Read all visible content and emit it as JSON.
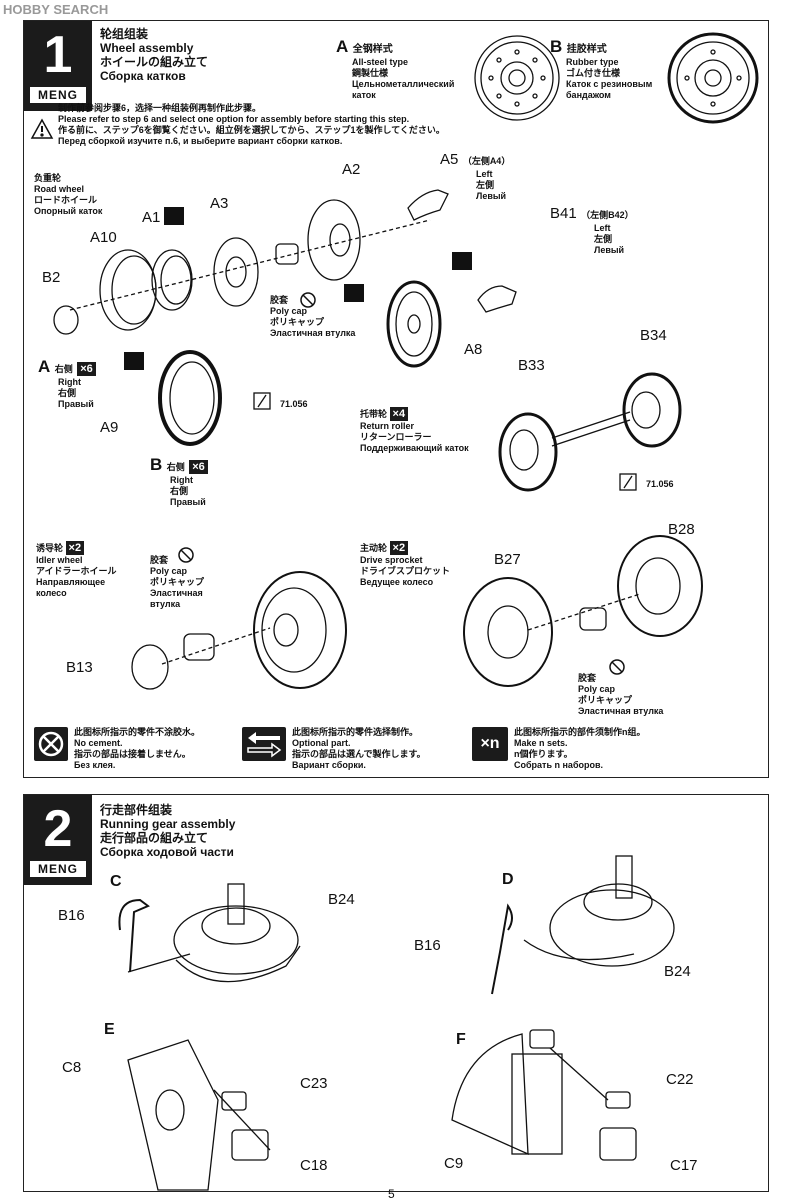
{
  "watermark": "HOBBY SEARCH",
  "page_number": "5",
  "step1": {
    "number": "1",
    "logo": "MENG",
    "title_cn": "轮组组装",
    "title_en": "Wheel assembly",
    "title_jp": "ホイールの組み立て",
    "title_ru": "Сборка катков",
    "option_a": {
      "letter": "A",
      "cn": "全钢样式",
      "en": "All-steel type",
      "jp": "鋼製仕様",
      "ru1": "Цельнометаллический",
      "ru2": "каток"
    },
    "option_b": {
      "letter": "B",
      "cn": "挂胶样式",
      "en": "Rubber type",
      "jp": "ゴム付き仕様",
      "ru1": "Каток с резиновым",
      "ru2": "бандажом"
    },
    "notes": [
      "制作前参阅步骤6，选择一种组装例再制作此步骤。",
      "Please refer to step 6 and select one option for assembly before starting this step.",
      "作る前に、ステップ6を御覧ください。組立例を選択してから、ステップ1を製作してください。",
      "Перед сборкой изучите п.6, и выберите вариант сборки катков."
    ],
    "road_wheel": {
      "cn": "负重轮",
      "en": "Road wheel",
      "jp": "ロードホイール",
      "ru": "Опорный каток"
    },
    "poly_cap": {
      "cn": "胶套",
      "en": "Poly cap",
      "jp": "ポリキャップ",
      "ru": "Эластичная втулка",
      "ru1": "Эластичная",
      "ru2": "втулка"
    },
    "side_a": {
      "letter": "A",
      "cn": "右侧",
      "en": "Right",
      "jp": "右側",
      "ru": "Правый",
      "count": "×6"
    },
    "side_b": {
      "letter": "B",
      "cn": "右侧",
      "en": "Right",
      "jp": "右側",
      "ru": "Правый",
      "count": "×6"
    },
    "left_a5": {
      "paren": "（左侧A4）",
      "en": "Left",
      "jp": "左側",
      "ru": "Левый"
    },
    "left_b41": {
      "paren": "（左侧B42）",
      "en": "Left",
      "jp": "左側",
      "ru": "Левый"
    },
    "return_roller": {
      "cn": "托带轮",
      "en": "Return roller",
      "jp": "リターンローラー",
      "ru": "Поддерживающий каток",
      "count": "×4"
    },
    "idler": {
      "cn": "诱导轮",
      "en": "Idler wheel",
      "jp": "アイドラーホイール",
      "ru1": "Направляющее",
      "ru2": "колесо",
      "count": "×2"
    },
    "sprocket": {
      "cn": "主动轮",
      "en": "Drive sprocket",
      "jp": "ドライブスプロケット",
      "ru": "Ведущее колесо",
      "count": "×2"
    },
    "paint_code": "71.056",
    "parts": [
      "A1",
      "A2",
      "A3",
      "A5",
      "A8",
      "A9",
      "A10",
      "B2",
      "B13",
      "B27",
      "B28",
      "B33",
      "B34",
      "B41"
    ],
    "legend": [
      {
        "icon": "no-cement",
        "cn": "此图标所指示的零件不涂胶水。",
        "en": "No cement.",
        "jp": "指示の部品は接着しません。",
        "ru": "Без клея."
      },
      {
        "icon": "optional",
        "cn": "此图标所指示的零件选择制作。",
        "en": "Optional part.",
        "jp": "指示の部品は選んで製作します。",
        "ru": "Вариант сборки."
      },
      {
        "icon": "xn",
        "label": "×n",
        "cn": "此图标所指示的部件须制作n组。",
        "en": "Make n sets.",
        "jp": "n個作ります。",
        "ru": "Собрать n наборов."
      }
    ]
  },
  "step2": {
    "number": "2",
    "logo": "MENG",
    "title_cn": "行走部件组装",
    "title_en": "Running gear assembly",
    "title_jp": "走行部品の組み立て",
    "title_ru": "Сборка ходовой части",
    "sub": [
      "C",
      "D",
      "E",
      "F"
    ],
    "parts": [
      "B16",
      "B24",
      "B16",
      "B24",
      "C8",
      "C23",
      "C18",
      "C22",
      "C9",
      "C17"
    ]
  },
  "colors": {
    "ink": "#1b1b1b",
    "paper": "#ffffff"
  }
}
